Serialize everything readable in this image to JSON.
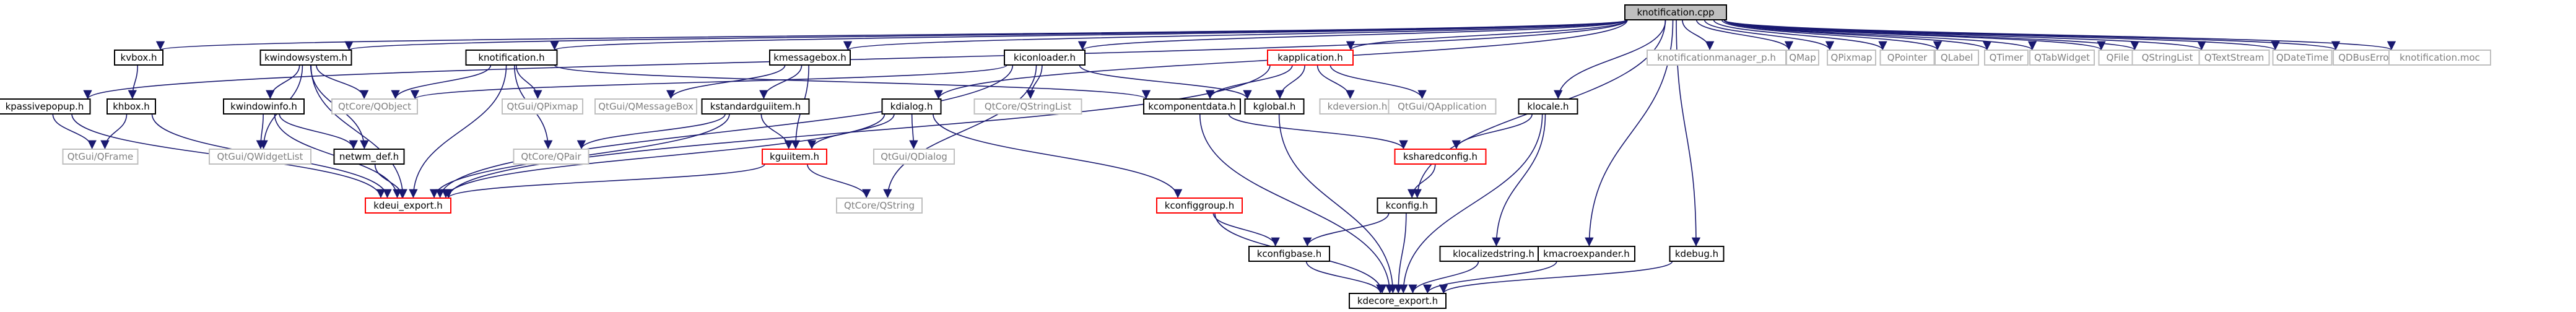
{
  "colors": {
    "root_fill": "#bfbfbf",
    "node_border": "#000000",
    "external_border": "#bfbfbf",
    "missing_border": "#ff0000",
    "edge": "#191970",
    "text": "#000000",
    "external_text": "#808080"
  },
  "nodes": [
    {
      "id": "root",
      "label": "knotification.cpp",
      "kind": "root"
    },
    {
      "id": "kvbox",
      "label": "kvbox.h",
      "kind": "normal"
    },
    {
      "id": "kwindowsystem",
      "label": "kwindowsystem.h",
      "kind": "normal"
    },
    {
      "id": "knotification_h",
      "label": "knotification.h",
      "kind": "normal"
    },
    {
      "id": "kmessagebox",
      "label": "kmessagebox.h",
      "kind": "normal"
    },
    {
      "id": "kiconloader",
      "label": "kiconloader.h",
      "kind": "normal"
    },
    {
      "id": "kapplication",
      "label": "kapplication.h",
      "kind": "missing"
    },
    {
      "id": "knotificationmanager",
      "label": "knotificationmanager_p.h",
      "kind": "external"
    },
    {
      "id": "qmap",
      "label": "QMap",
      "kind": "external"
    },
    {
      "id": "qpixmap",
      "label": "QPixmap",
      "kind": "external"
    },
    {
      "id": "qpointer",
      "label": "QPointer",
      "kind": "external"
    },
    {
      "id": "qlabel",
      "label": "QLabel",
      "kind": "external"
    },
    {
      "id": "qtimer",
      "label": "QTimer",
      "kind": "external"
    },
    {
      "id": "qtablewidget",
      "label": "QTabWidget",
      "kind": "external"
    },
    {
      "id": "qfile",
      "label": "QFile",
      "kind": "external"
    },
    {
      "id": "qstringlist",
      "label": "QStringList",
      "kind": "external"
    },
    {
      "id": "qtextstream",
      "label": "QTextStream",
      "kind": "external"
    },
    {
      "id": "qdatetime",
      "label": "QDateTime",
      "kind": "external"
    },
    {
      "id": "qdbuserror",
      "label": "QDBusError",
      "kind": "external"
    },
    {
      "id": "knotification_moc",
      "label": "knotification.moc",
      "kind": "external"
    },
    {
      "id": "kpassivepopup",
      "label": "kpassivepopup.h",
      "kind": "normal"
    },
    {
      "id": "khbox",
      "label": "khbox.h",
      "kind": "normal"
    },
    {
      "id": "kwindowinfo",
      "label": "kwindowinfo.h",
      "kind": "normal"
    },
    {
      "id": "qtcore_qobject",
      "label": "QtCore/QObject",
      "kind": "external"
    },
    {
      "id": "qtgui_qpixmap",
      "label": "QtGui/QPixmap",
      "kind": "external"
    },
    {
      "id": "qtgui_qmessagebox",
      "label": "QtGui/QMessageBox",
      "kind": "external"
    },
    {
      "id": "kstandardguiitem",
      "label": "kstandardguiitem.h",
      "kind": "normal"
    },
    {
      "id": "kdialog",
      "label": "kdialog.h",
      "kind": "normal"
    },
    {
      "id": "qtcore_qstringlist",
      "label": "QtCore/QStringList",
      "kind": "external"
    },
    {
      "id": "kcomponentdata",
      "label": "kcomponentdata.h",
      "kind": "normal"
    },
    {
      "id": "kglobal",
      "label": "kglobal.h",
      "kind": "normal"
    },
    {
      "id": "kdeversion",
      "label": "kdeversion.h",
      "kind": "external"
    },
    {
      "id": "qtgui_qapplication",
      "label": "QtGui/QApplication",
      "kind": "external"
    },
    {
      "id": "klocale",
      "label": "klocale.h",
      "kind": "normal"
    },
    {
      "id": "qtgui_qframe",
      "label": "QtGui/QFrame",
      "kind": "external"
    },
    {
      "id": "qtgui_qwidgetlist",
      "label": "QtGui/QWidgetList",
      "kind": "external"
    },
    {
      "id": "netwm_def",
      "label": "netwm_def.h",
      "kind": "normal"
    },
    {
      "id": "qtcore_qpair",
      "label": "QtCore/QPair",
      "kind": "external"
    },
    {
      "id": "kguiitem",
      "label": "kguiitem.h",
      "kind": "missing"
    },
    {
      "id": "qtgui_qdialog",
      "label": "QtGui/QDialog",
      "kind": "external"
    },
    {
      "id": "ksharedconfig",
      "label": "ksharedconfig.h",
      "kind": "missing"
    },
    {
      "id": "kdeui_export",
      "label": "kdeui_export.h",
      "kind": "missing"
    },
    {
      "id": "qtcore_qstring",
      "label": "QtCore/QString",
      "kind": "external"
    },
    {
      "id": "kconfiggroup",
      "label": "kconfiggroup.h",
      "kind": "missing"
    },
    {
      "id": "kconfig",
      "label": "kconfig.h",
      "kind": "normal"
    },
    {
      "id": "kconfigbase",
      "label": "kconfigbase.h",
      "kind": "normal"
    },
    {
      "id": "klocalizedstring",
      "label": "klocalizedstring.h",
      "kind": "normal"
    },
    {
      "id": "kmacroexpander",
      "label": "kmacroexpander.h",
      "kind": "normal"
    },
    {
      "id": "kdebug",
      "label": "kdebug.h",
      "kind": "normal"
    },
    {
      "id": "kdecore_export",
      "label": "kdecore_export.h",
      "kind": "normal"
    }
  ],
  "edges": [
    [
      "root",
      "kvbox"
    ],
    [
      "root",
      "kwindowsystem"
    ],
    [
      "root",
      "knotification_h"
    ],
    [
      "root",
      "kmessagebox"
    ],
    [
      "root",
      "kiconloader"
    ],
    [
      "root",
      "kapplication"
    ],
    [
      "root",
      "knotificationmanager"
    ],
    [
      "root",
      "qmap"
    ],
    [
      "root",
      "qpixmap"
    ],
    [
      "root",
      "qpointer"
    ],
    [
      "root",
      "qlabel"
    ],
    [
      "root",
      "qtimer"
    ],
    [
      "root",
      "qtablewidget"
    ],
    [
      "root",
      "qfile"
    ],
    [
      "root",
      "qstringlist"
    ],
    [
      "root",
      "qtextstream"
    ],
    [
      "root",
      "qdatetime"
    ],
    [
      "root",
      "qdbuserror"
    ],
    [
      "root",
      "knotification_moc"
    ],
    [
      "root",
      "kpassivepopup"
    ],
    [
      "root",
      "kdialog"
    ],
    [
      "root",
      "klocale"
    ],
    [
      "root",
      "kconfig"
    ],
    [
      "root",
      "kmacroexpander"
    ],
    [
      "root",
      "kdebug"
    ],
    [
      "kvbox",
      "khbox"
    ],
    [
      "khbox",
      "qtgui_qframe"
    ],
    [
      "khbox",
      "kdeui_export"
    ],
    [
      "kwindowsystem",
      "qtcore_qobject"
    ],
    [
      "kwindowsystem",
      "kwindowinfo"
    ],
    [
      "kwindowsystem",
      "qtgui_qwidgetlist"
    ],
    [
      "kwindowsystem",
      "netwm_def"
    ],
    [
      "kwindowsystem",
      "kdeui_export"
    ],
    [
      "kwindowinfo",
      "qtgui_qwidgetlist"
    ],
    [
      "kwindowinfo",
      "netwm_def"
    ],
    [
      "kwindowinfo",
      "kdeui_export"
    ],
    [
      "netwm_def",
      "kdeui_export"
    ],
    [
      "knotification_h",
      "qtcore_qobject"
    ],
    [
      "knotification_h",
      "qtgui_qpixmap"
    ],
    [
      "knotification_h",
      "qtcore_qpair"
    ],
    [
      "knotification_h",
      "kdeui_export"
    ],
    [
      "knotification_h",
      "kcomponentdata"
    ],
    [
      "kmessagebox",
      "qtgui_qmessagebox"
    ],
    [
      "kmessagebox",
      "kguiitem"
    ],
    [
      "kmessagebox",
      "kstandardguiitem"
    ],
    [
      "kstandardguiitem",
      "qtcore_qpair"
    ],
    [
      "kstandardguiitem",
      "kguiitem"
    ],
    [
      "kstandardguiitem",
      "kdeui_export"
    ],
    [
      "kiconloader",
      "qtcore_qobject"
    ],
    [
      "kiconloader",
      "qtcore_qstringlist"
    ],
    [
      "kiconloader",
      "kglobal"
    ],
    [
      "kiconloader",
      "kdeui_export"
    ],
    [
      "kiconloader",
      "qtcore_qstring"
    ],
    [
      "kdialog",
      "qtgui_qdialog"
    ],
    [
      "kdialog",
      "kguiitem"
    ],
    [
      "kdialog",
      "kconfiggroup"
    ],
    [
      "kdialog",
      "kdeui_export"
    ],
    [
      "kguiitem",
      "qtcore_qstring"
    ],
    [
      "kguiitem",
      "kdeui_export"
    ],
    [
      "kapplication",
      "kcomponentdata"
    ],
    [
      "kapplication",
      "kglobal"
    ],
    [
      "kapplication",
      "kdeversion"
    ],
    [
      "kapplication",
      "qtgui_qapplication"
    ],
    [
      "kapplication",
      "kdeui_export"
    ],
    [
      "kcomponentdata",
      "ksharedconfig"
    ],
    [
      "kcomponentdata",
      "kdecore_export"
    ],
    [
      "kglobal",
      "kdecore_export"
    ],
    [
      "klocale",
      "ksharedconfig"
    ],
    [
      "klocale",
      "klocalizedstring"
    ],
    [
      "klocale",
      "kdecore_export"
    ],
    [
      "ksharedconfig",
      "kconfig"
    ],
    [
      "kconfig",
      "kconfigbase"
    ],
    [
      "kconfig",
      "kdecore_export"
    ],
    [
      "kconfiggroup",
      "kconfigbase"
    ],
    [
      "kconfiggroup",
      "kdecore_export"
    ],
    [
      "kconfigbase",
      "kdecore_export"
    ],
    [
      "klocalizedstring",
      "kdecore_export"
    ],
    [
      "kmacroexpander",
      "kdecore_export"
    ],
    [
      "kdebug",
      "kdecore_export"
    ],
    [
      "kpassivepopup",
      "qtgui_qframe"
    ],
    [
      "kpassivepopup",
      "kdeui_export"
    ]
  ]
}
